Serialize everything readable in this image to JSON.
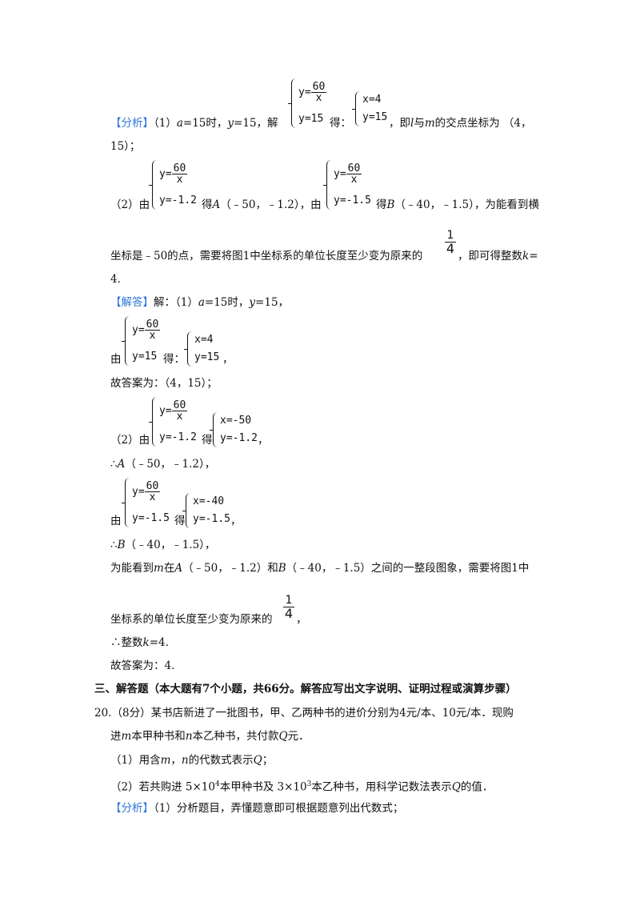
{
  "analysis1": {
    "tag": "【分析】",
    "p1": "（1）",
    "a_eq": "a",
    "p2": "=15时，",
    "y_eq": "y",
    "p3": "=15，解",
    "sys1_eq1_left": "y=",
    "frac_num": "60",
    "frac_den": "x",
    "sys1_eq2": "y=15",
    "de": "得：",
    "sol_x4": "x=4",
    "sol_y15": "y=15",
    "p4": "，即",
    "l": "l",
    "p5": "与",
    "m": "m",
    "p6": "的交点坐标为 （4，",
    "cont": "15）；",
    "l2_start": "（2）由",
    "eq_y_m12": "y=-1.2",
    "l2_mid": "得",
    "A": "A",
    "l2_A": "（﹣50，﹣1.2），由",
    "eq_y_m15": "y=-1.5",
    "l2_de": "得",
    "B": "B",
    "l2_B": "（﹣40，﹣1.5），为能看到横",
    "l3": "坐标是﹣50的点，需要将图1中坐标系的单位长度至少变为原来的",
    "frac_1": "1",
    "frac_4": "4",
    "l3_end": "，即可得整数",
    "k": "k",
    "l3_end2": "=",
    "l4": "4."
  },
  "answer": {
    "tag": "【解答】",
    "p1": "解：（1）",
    "a": "a",
    "p2": "=15时，",
    "y": "y",
    "p3": "=15，",
    "you": "由",
    "de": "得：",
    "comma": "，",
    "ans1": "故答案为：（4，15）；",
    "p2_start": "（2）由",
    "p2_de": "得",
    "sol_xm50": "x=-50",
    "sol_ym12": "y=-1.2",
    "therefore_A": "∴",
    "A": "A",
    "A_coord": "（﹣50，﹣1.2），",
    "you2": "由",
    "de2": "得",
    "sol_xm40": "x=-40",
    "sol_ym15": "y=-1.5",
    "therefore_B": "∴",
    "B": "B",
    "B_coord": "（﹣40，﹣1.5），",
    "line_view_1": "为能看到",
    "m": "m",
    "line_view_2": "在",
    "line_view_3": "（﹣50，﹣1.2）和",
    "line_view_4": "（﹣40，﹣1.5）之间的一整段图象，需要将图1中",
    "line_unit": "坐标系的单位长度至少变为原来的",
    "line_unit_end": "，",
    "int_k_1": "∴整数",
    "k": "k",
    "int_k_2": "=4.",
    "ans2": "故答案为：4."
  },
  "section3": {
    "title": "三、解答题（本大题有7个小题，共66分。解答应写出文字说明、证明过程或演算步骤）"
  },
  "q20": {
    "num": "20.",
    "score": "（8分）某书店新进了一批图书，甲、乙两种书的进价分别为4元/本、10元/本．现购",
    "line2_1": "进",
    "m": "m",
    "line2_2": "本甲种书和",
    "n": "n",
    "line2_3": "本乙种书，共付款",
    "Q": "Q",
    "line2_4": "元．",
    "sub1_1": "（1）用含",
    "sub1_2": "，",
    "sub1_3": "的代数式表示",
    "sub1_4": "；",
    "sub2_1": "（2）若共购进 5×10",
    "sup4": "4",
    "sub2_2": "本甲种书及 3×10",
    "sup3": "3",
    "sub2_3": "本乙种书，用科学记数法表示",
    "sub2_4": "的值．",
    "an_tag": "【分析】",
    "an_text": "（1）分析题目，弄懂题意即可根据题意列出代数式；"
  }
}
